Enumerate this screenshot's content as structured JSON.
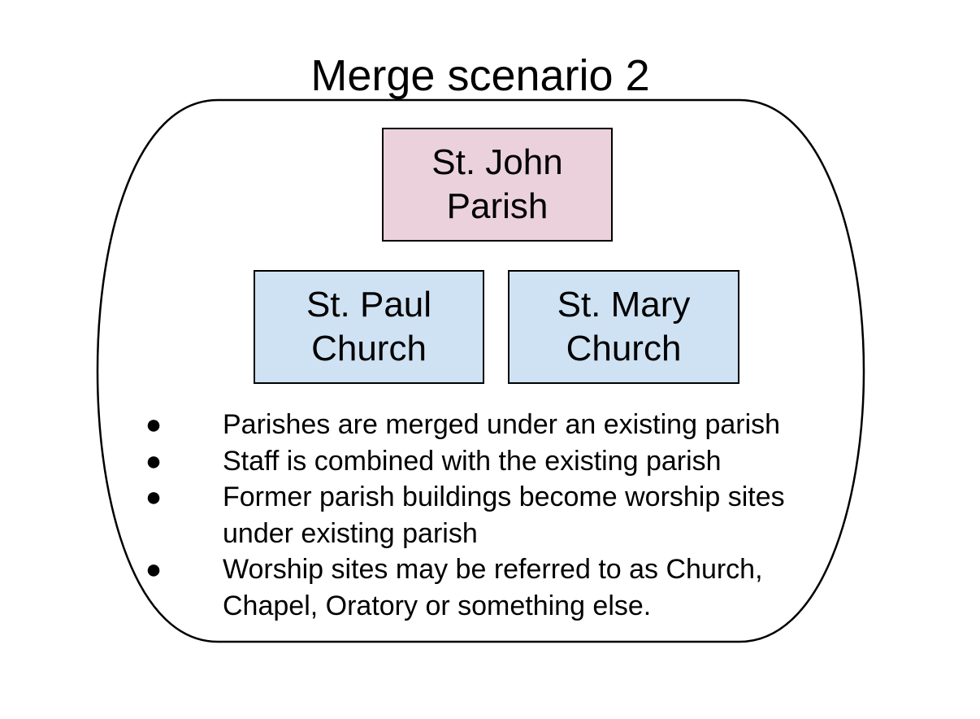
{
  "diagram": {
    "title": "Merge scenario 2",
    "colors": {
      "parish_fill": "#ead1dc",
      "church_fill": "#cfe2f3",
      "stroke": "#000000"
    },
    "nodes": {
      "parish": {
        "line1": "St. John",
        "line2": "Parish"
      },
      "paul": {
        "line1": "St. Paul",
        "line2": "Church"
      },
      "mary": {
        "line1": "St. Mary",
        "line2": "Church"
      }
    },
    "bullet_marker": "●",
    "bullets": [
      {
        "line1": "Parishes are merged under an existing parish"
      },
      {
        "line1": "Staff is combined with the existing parish"
      },
      {
        "line1": "Former parish buildings become worship sites",
        "line2": "under existing parish"
      },
      {
        "line1": "Worship sites may be referred to as Church,",
        "line2": "Chapel, Oratory or something else."
      }
    ]
  }
}
